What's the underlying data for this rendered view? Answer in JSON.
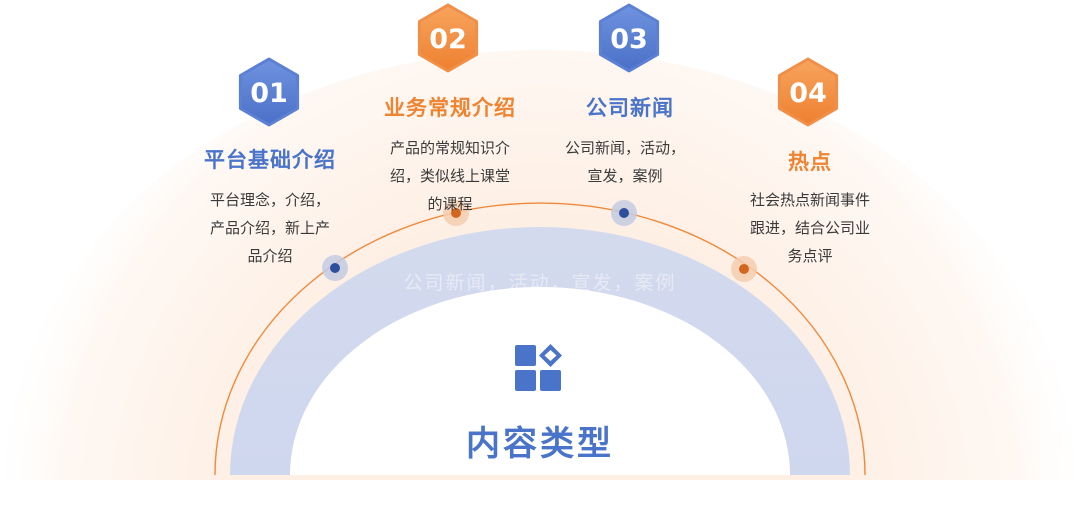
{
  "center": {
    "title": "内容类型",
    "watermark": "公司新闻，活动，宣发，案例",
    "icon": "apps-grid-icon"
  },
  "items": [
    {
      "number": "01",
      "title": "平台基础介绍",
      "desc": [
        "平台理念，介绍，",
        "产品介绍，新上产",
        "品介绍"
      ],
      "color": "#4a74c9"
    },
    {
      "number": "02",
      "title": "业务常规介绍",
      "desc": [
        "产品的常规知识介",
        "绍，类似线上课堂",
        "的课程"
      ],
      "color": "#ee8432"
    },
    {
      "number": "03",
      "title": "公司新闻",
      "desc": [
        "公司新闻，活动，",
        "宣发，案例"
      ],
      "color": "#4a74c9"
    },
    {
      "number": "04",
      "title": "热点",
      "desc": [
        "社会热点新闻事件",
        "跟进，结合公司业",
        "务点评"
      ],
      "color": "#ee8432"
    }
  ],
  "colors": {
    "blue": "#4a74c9",
    "orange": "#ee8432",
    "band": "#d5ddf0",
    "glow": "#fdeee3"
  }
}
